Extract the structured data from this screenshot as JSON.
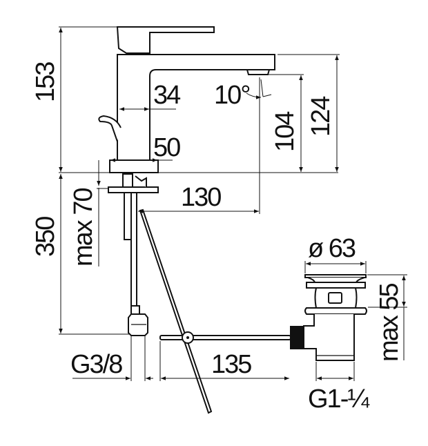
{
  "dimensions": {
    "total_height": "153",
    "below_deck": "350",
    "body_width": "34",
    "base_width": "50",
    "spout_angle": "10°",
    "spout_outlet_height": "104",
    "spout_height": "124",
    "spout_reach": "130",
    "max_deck_thickness": "max 70",
    "hose_connection": "G3/8",
    "rod_length": "135",
    "waste_diameter": "ø 63",
    "waste_height": "max 55",
    "waste_thread": "G1-¼"
  },
  "colors": {
    "line": "#111111",
    "background": "#ffffff"
  }
}
